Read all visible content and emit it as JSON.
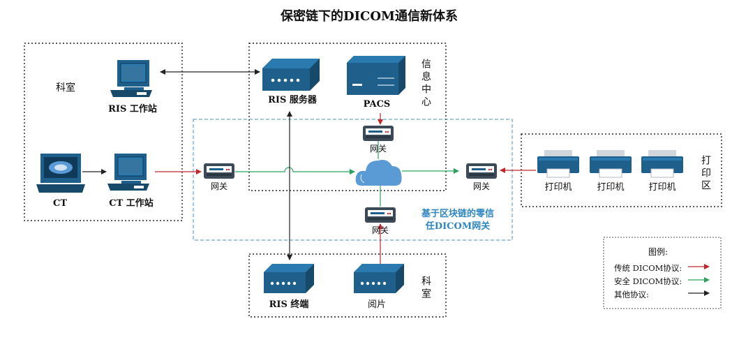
{
  "title": "保密链下的DICOM通信新体系",
  "regions": {
    "dept_top_left": "科室",
    "info_center": "信息中心",
    "print_area": "打印区",
    "dept_bottom": "科室",
    "zero_trust": [
      "基于区块链的零信",
      "任DICOM网关"
    ]
  },
  "nodes": {
    "ris_workstation": "RIS 工作站",
    "ct": "CT",
    "ct_workstation": "CT 工作站",
    "ris_server": "RIS 服务器",
    "pacs": "PACS",
    "gateway_left": "网关",
    "gateway_pacs": "网关",
    "gateway_right": "网关",
    "gateway_bottom": "网关",
    "printer_1": "打印机",
    "printer_2": "打印机",
    "printer_3": "打印机",
    "ris_terminal": "RIS 终端",
    "viewer": "阅片"
  },
  "legend": {
    "title": "图例:",
    "items": [
      {
        "label": "传统 DICOM协议:",
        "color": "#c0272d"
      },
      {
        "label": "安全 DICOM协议:",
        "color": "#2ca25f"
      },
      {
        "label": "其他协议:",
        "color": "#222222"
      }
    ]
  },
  "colors": {
    "device_blue": "#1f5f8b",
    "device_dark": "#17496b",
    "cloud": "#5b9bd5",
    "zero_trust_border": "#4a90c8",
    "red_line": "#c0272d",
    "green_line": "#2ca25f",
    "black_line": "#222222"
  }
}
